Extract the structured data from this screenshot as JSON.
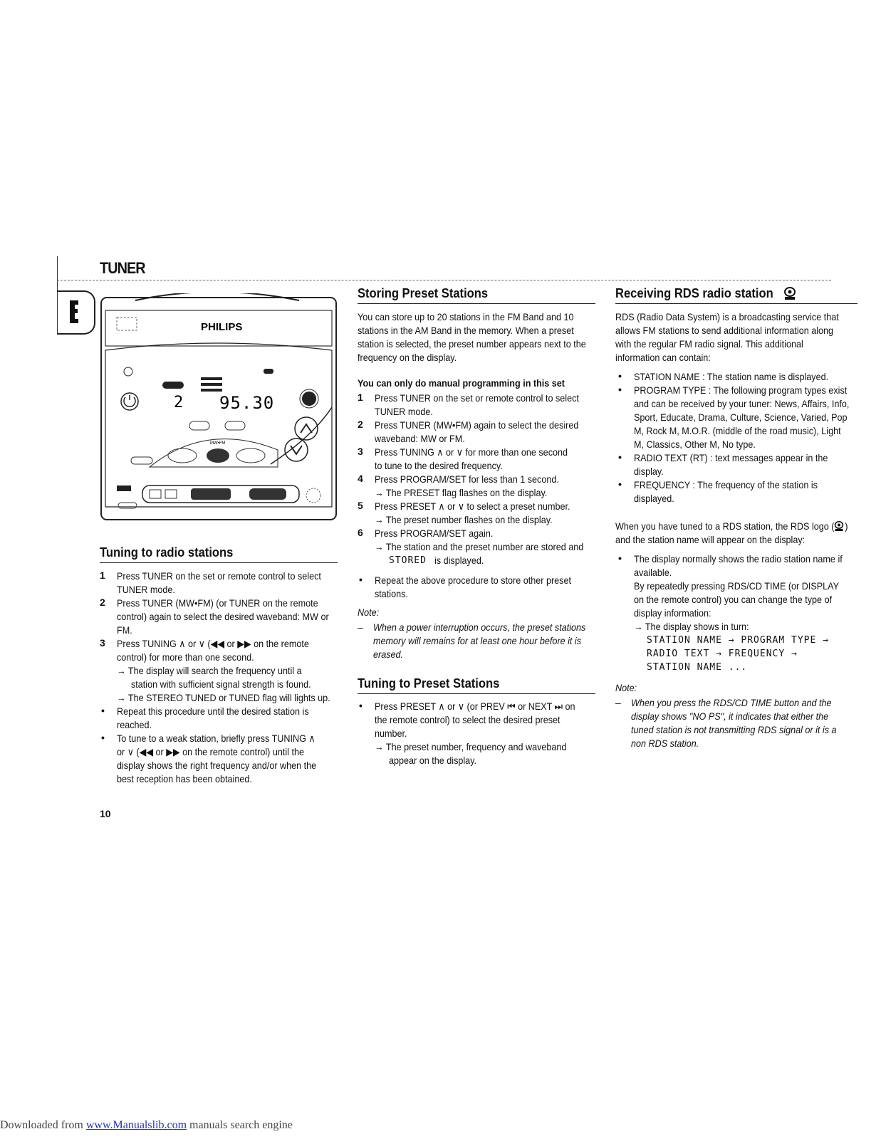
{
  "header": {
    "section": "TUNER"
  },
  "device": {
    "brand": "PHILIPS",
    "display_preset": "2",
    "display_freq": "95.30",
    "band_label": "MW•FM"
  },
  "tuning": {
    "title": "Tuning to radio stations",
    "lines": [
      "Press TUNER on the set or remote control to select",
      "TUNER mode.",
      "Press TUNER (MW•FM) (or TUNER on the remote",
      "control) again to select the desired waveband: MW or",
      "FM.",
      "Press TUNING ∧ or ∨ (◀◀ or ▶▶ on the remote",
      "control) for more than one second.",
      "→ The display will search the frequency until a",
      "station with sufficient signal strength is found.",
      "→ The STEREO TUNED or TUNED flag will lights up.",
      "Repeat this procedure until the desired station is",
      "reached.",
      "To tune to a weak station, briefly press TUNING ∧",
      "or ∨ (◀◀ or ▶▶ on the remote control) until the",
      "display shows the right frequency and/or when the",
      "best reception has been obtained."
    ],
    "markers": [
      "1",
      "2",
      "3",
      "•",
      "•"
    ]
  },
  "storing": {
    "title": "Storing Preset Stations",
    "intro": [
      "You can store up to 20 stations in the FM Band and 10",
      "stations in the AM Band in the memory. When a preset",
      "station is selected, the preset number appears next to the",
      "frequency on the display."
    ],
    "subtitle": "You can only do manual programming in this set",
    "steps": [
      "Press TUNER on the set or remote control to select",
      "TUNER mode.",
      "Press TUNER (MW•FM) again to select the desired",
      "waveband: MW or FM.",
      "Press TUNING ∧ or ∨ for more than one second",
      "to tune to the desired frequency.",
      "Press PROGRAM/SET for less than 1 second.",
      "→ The PRESET flag flashes on the display.",
      "Press PRESET ∧ or ∨ to select a preset number.",
      "→ The preset number flashes on the display.",
      "Press PROGRAM/SET again.",
      "→ The station and the preset number are stored and",
      "STORED",
      "is displayed.",
      "Repeat the above procedure to store other preset",
      "stations."
    ],
    "markers": [
      "1",
      "2",
      "3",
      "4",
      "5",
      "6",
      "•"
    ],
    "note_label": "Note:",
    "note": [
      "When a power interruption occurs, the preset stations",
      "memory will remains for at least one hour before it is",
      "erased."
    ]
  },
  "preset_tuning": {
    "title": "Tuning to Preset Stations",
    "lines": [
      "Press PRESET ∧ or ∨ (or PREV ⏮ or NEXT ⏭ on",
      "the remote control) to select the desired preset",
      "number.",
      "→ The preset number, frequency and waveband",
      "appear on the display."
    ]
  },
  "rds": {
    "title": "Receiving RDS radio station",
    "intro": [
      "RDS (Radio Data System) is a broadcasting service that",
      "allows FM stations to send additional information along",
      "with the regular FM radio signal. This additional",
      "information can contain:"
    ],
    "items": [
      "STATION NAME : The station name is displayed.",
      "PROGRAM TYPE : The following program types exist",
      "and can be received by your tuner: News, Affairs, Info,",
      "Sport, Educate, Drama, Culture, Science, Varied, Pop",
      "M, Rock M, M.O.R. (middle of the road music), Light",
      "M, Classics, Other M, No type.",
      "RADIO TEXT (RT) : text messages appear in the",
      "display.",
      "FREQUENCY : The frequency of the station is",
      "displayed."
    ],
    "logo_text": [
      "When you have tuned to a RDS station, the RDS logo (",
      ")",
      "and the station name will appear on the display:"
    ],
    "display_lines": [
      "The display normally shows the radio station name if",
      "available.",
      "By repeatedly pressing RDS/CD TIME (or DISPLAY",
      "on the remote control) you can change the type of",
      "display information:",
      "→ The display shows in turn:",
      "STATION NAME → PROGRAM TYPE →",
      "RADIO TEXT → FREQUENCY →",
      "STATION NAME ..."
    ],
    "note_label": "Note:",
    "note": [
      "When you press the RDS/CD TIME button and the",
      "display shows \"NO PS\", it indicates that either the",
      "tuned station is not transmitting RDS signal or it is a",
      "non RDS station."
    ]
  },
  "page_number": "10",
  "footer": {
    "prefix": "Downloaded from ",
    "link": "www.Manualslib.com",
    "suffix": " manuals search engine"
  }
}
